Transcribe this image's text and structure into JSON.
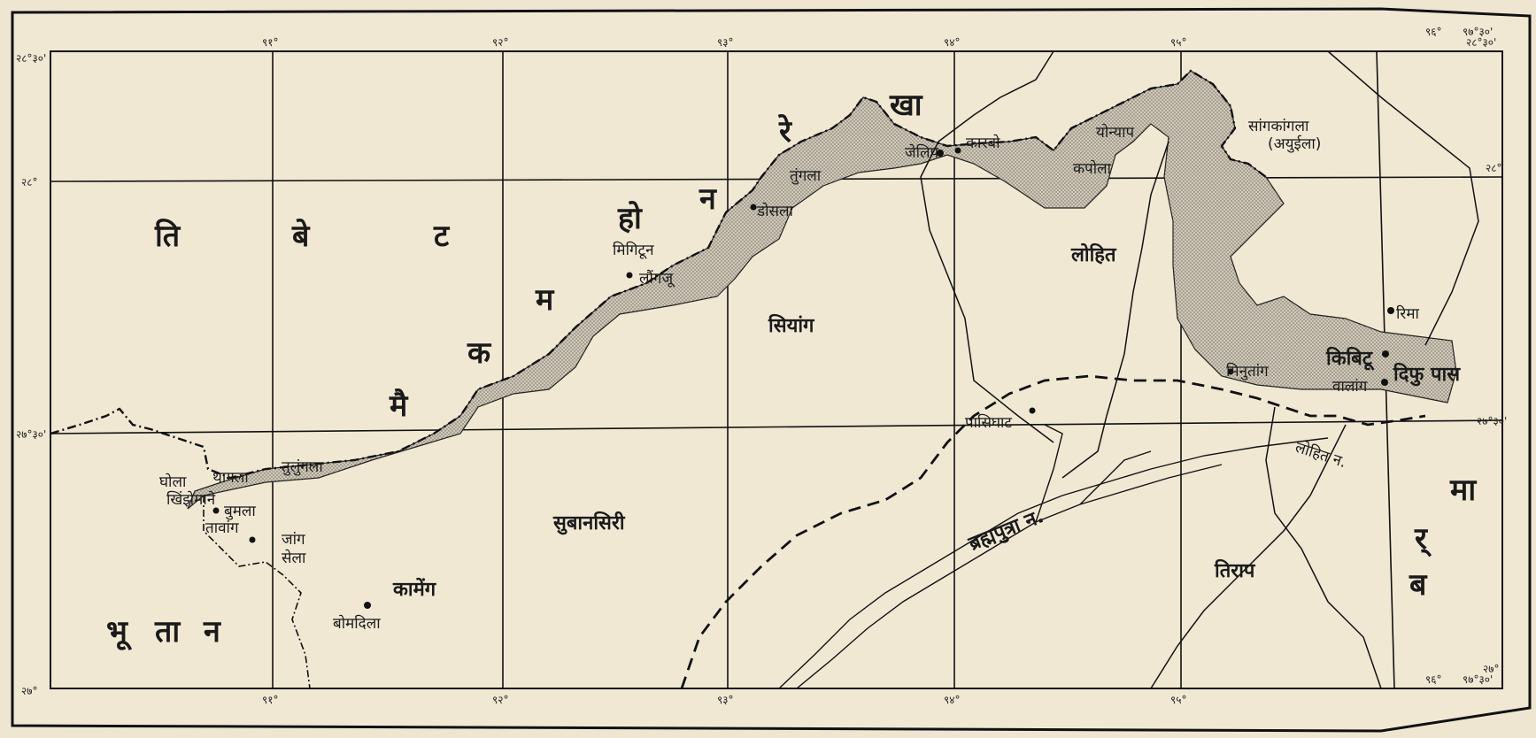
{
  "map": {
    "countries": {
      "tibet": [
        "ति",
        "बे",
        "ट"
      ],
      "bhutan": [
        "भू",
        "ता",
        "न"
      ],
      "burma": [
        "ब",
        "र्",
        "मा"
      ]
    },
    "mcmahon_line": [
      "मै",
      "क",
      "म",
      "हो",
      "न",
      "रे",
      "खा"
    ],
    "districts": {
      "subansiri": "सुबानसिरी",
      "kameng": "कामेंग",
      "siang": "सियांग",
      "lohit": "लोहित",
      "tirap": "तिराप"
    },
    "places": {
      "ghola": "घोला",
      "thagla": "थागला",
      "tulungla": "तुलुंगला",
      "khinzemane": "खिंझेमाने",
      "bumla": "बुमला",
      "tawang": "तावांग",
      "jang": "जांग",
      "sela": "सेला",
      "bomdila": "बोमदिला",
      "migitun": "मिगिटून",
      "longju": "लौंगजू",
      "dosla": "डोसला",
      "tungla": "तुंगला",
      "jelep": "जेलिप",
      "karbo": "कारबो",
      "yonyap": "योन्याप",
      "kapla": "कपोला",
      "sangkangla": "सांगकांगला",
      "adyula": "(अयुईला)",
      "pasighat": "पासिघाट",
      "rima": "रिमा",
      "kibithoo": "किबिटू",
      "walong": "वालांग",
      "diphu_pass": "दिफु पास",
      "minutang": "मिनुतांग"
    },
    "rivers": {
      "brahmaputra": "ब्रह्मपुत्रा न.",
      "lohit": "लोहित न."
    },
    "lat_labels": [
      "२८°३०'",
      "२८°",
      "२७°३०'",
      "२७°"
    ],
    "lat_labels_right": [
      "२८°३०'",
      "२८°",
      "२७°३०'",
      "२७°"
    ],
    "lon_labels_top": [
      "९१°",
      "९२°",
      "९३°",
      "९४°",
      "९५°",
      "९६°",
      "९७°३०'"
    ],
    "lon_labels_bottom": [
      "९१°",
      "९२°",
      "९३°",
      "९४°",
      "९५°",
      "९६°",
      "९७°३०'"
    ]
  }
}
